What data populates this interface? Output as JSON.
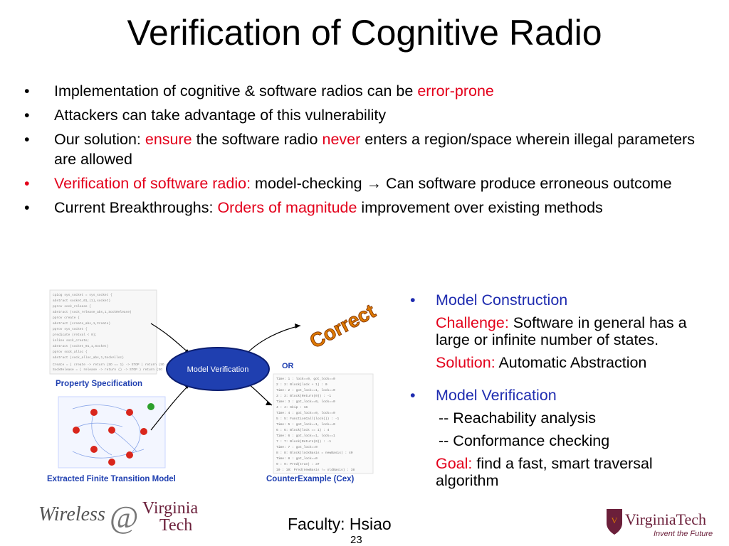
{
  "title": "Verification of Cognitive Radio",
  "bullets": [
    {
      "pre": "Implementation of cognitive & software radios can be ",
      "hl": "error-prone",
      "post": ""
    },
    {
      "pre": "Attackers can take advantage of this vulnerability",
      "hl": "",
      "post": ""
    },
    {
      "pre": "Our solution: ",
      "hl": "ensure",
      "mid": " the software radio ",
      "hl2": "never",
      "post": " enters a region/space wherein illegal parameters are allowed"
    },
    {
      "pre": "",
      "hl": "Verification of software radio:",
      "post": " model-checking → Can software produce erroneous outcome"
    },
    {
      "pre": "Current Breakthroughs: ",
      "hl": "Orders of magnitude",
      "post": " improvement over existing methods"
    }
  ],
  "right": {
    "model_construction": "Model Construction",
    "challenge_label": "Challenge:",
    "challenge_text": " Software in general has a large or infinite number of states.",
    "solution_label": "Solution:",
    "solution_text": " Automatic Abstraction",
    "model_verification": "Model Verification",
    "reach": " -- Reachability analysis",
    "conform": "-- Conformance checking",
    "goal_label": "Goal:",
    "goal_text": " find a fast, smart traversal algorithm"
  },
  "diagram": {
    "model_verification": "Model Verification",
    "property_spec": "Property Specification",
    "fsm": "Extracted Finite Transition Model",
    "or": "OR",
    "correct": "Correct",
    "cex": "CounterExample (Cex)"
  },
  "footer": {
    "faculty": "Faculty: Hsiao",
    "page": "23",
    "logo_left_a": "Wireless",
    "logo_left_b": "@",
    "logo_left_c": "Virginia",
    "logo_left_d": "Tech",
    "logo_right_a": "VirginiaTech",
    "logo_right_b": "Invent the Future"
  },
  "colors": {
    "red": "#e3001b",
    "blue": "#1f2cb0",
    "ellipse": "#1f3fb0",
    "orange": "#e07b00",
    "maroon": "#6b1f3a"
  }
}
